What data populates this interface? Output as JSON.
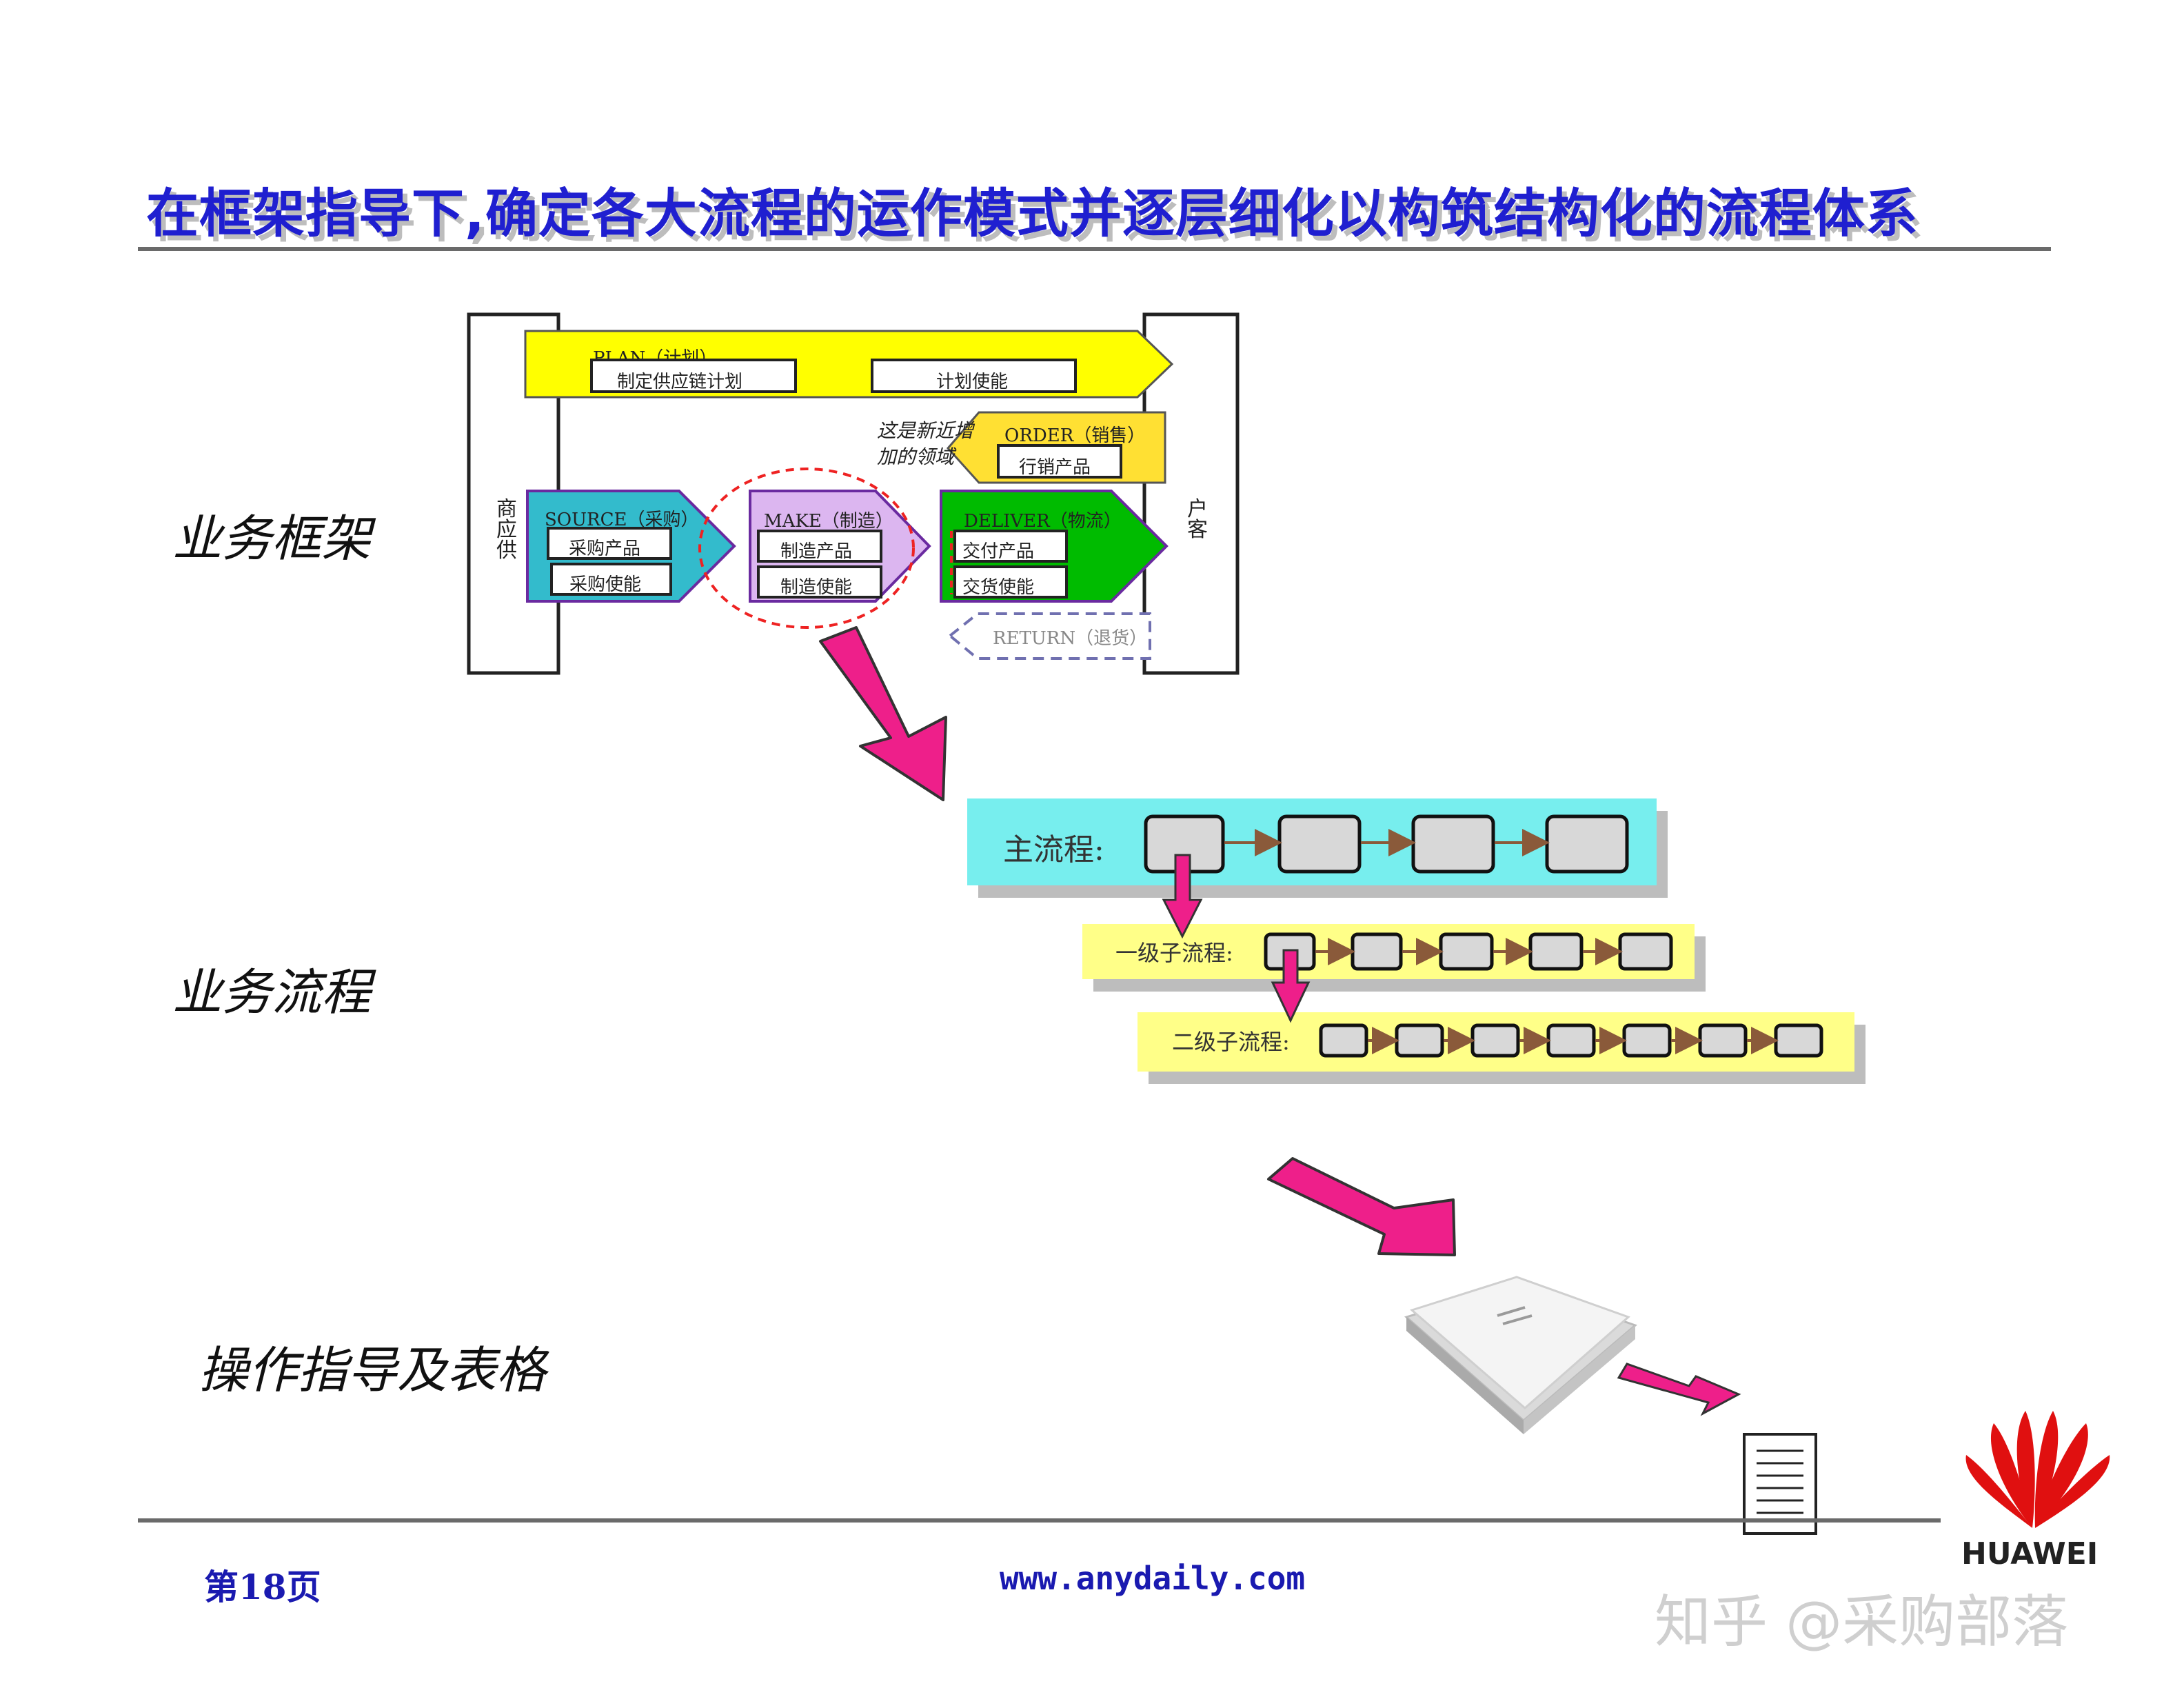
{
  "title": "在框架指导下,确定各大流程的运作模式并逐层细化以构筑结构化的流程体系",
  "sections": {
    "framework": "业务框架",
    "process": "业务流程",
    "guide": "操作指导及表格"
  },
  "framework": {
    "supplier": [
      "商",
      "应",
      "供"
    ],
    "customer": [
      "户",
      "客"
    ],
    "plan": {
      "label": "PLAN（计划）",
      "boxes": [
        "制定供应链计划",
        "计划使能"
      ]
    },
    "order": {
      "label": "ORDER（销售）",
      "box": "行销产品"
    },
    "note": [
      "这是新近增",
      "加的领域"
    ],
    "source": {
      "label": "SOURCE（采购）",
      "boxes": [
        "采购产品",
        "采购使能"
      ]
    },
    "make": {
      "label": "MAKE（制造）",
      "boxes": [
        "制造产品",
        "制造使能"
      ]
    },
    "deliver": {
      "label": "DELIVER（物流）",
      "boxes": [
        "交付产品",
        "交货使能"
      ]
    },
    "return": "RETURN（退货）"
  },
  "processes": {
    "main": "主流程:",
    "level1": "一级子流程:",
    "level2": "二级子流程:"
  },
  "footer": {
    "page": "第18页",
    "url": "www.anydaily.com",
    "watermark": "知乎 @采购部落",
    "brand": "HUAWEI"
  },
  "colors": {
    "title": "#1f1fd0",
    "plan": "#ffff00",
    "order": "#ffe033",
    "source": "#33bbcc",
    "make": "#dcb6f0",
    "deliver": "#00bb00",
    "main_band": "#77eeee",
    "sub_band": "#ffff88",
    "arrow": "#ee1f8a",
    "huawei": "#e01010"
  }
}
